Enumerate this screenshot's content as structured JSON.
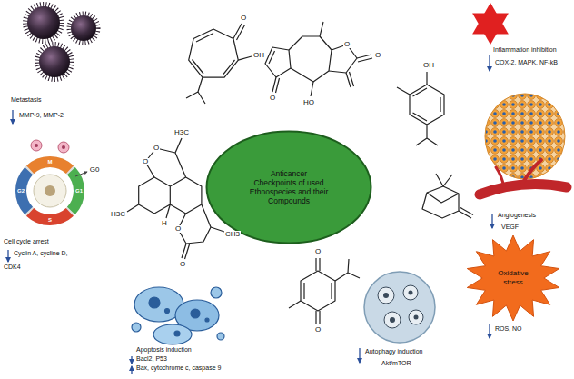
{
  "diagram": {
    "nodes": [
      {
        "text": [
          "Anticancer Checkpoints of used Ethnospecies and their Compounds"
        ]
      },
      {
        "text": [
          "Oxidative stress"
        ]
      }
    ],
    "labels": [
      "Metastasis",
      "MMP-9, MMP-2",
      "O",
      "OH",
      "O",
      "HO",
      "O",
      "O",
      "Inflammation inhibition",
      "COX-2, MAPK, NF-kB",
      "OH",
      "H3C",
      "O",
      "O",
      "H",
      "H3C",
      "O",
      "CH3",
      "O",
      "Cell cycle arrest",
      "Cyclin A, cycline D,",
      "CDK4",
      "Angiogenesis",
      "VEGF",
      "ROS, NO",
      "O",
      "O",
      "Apoptosis induction",
      "Bacl2, P53",
      "Bax, cytochrome c, caspase 9",
      "Autophagy induction",
      "Akt/mTOR",
      "M",
      "G1",
      "S",
      "G2",
      "G0"
    ]
  }
}
